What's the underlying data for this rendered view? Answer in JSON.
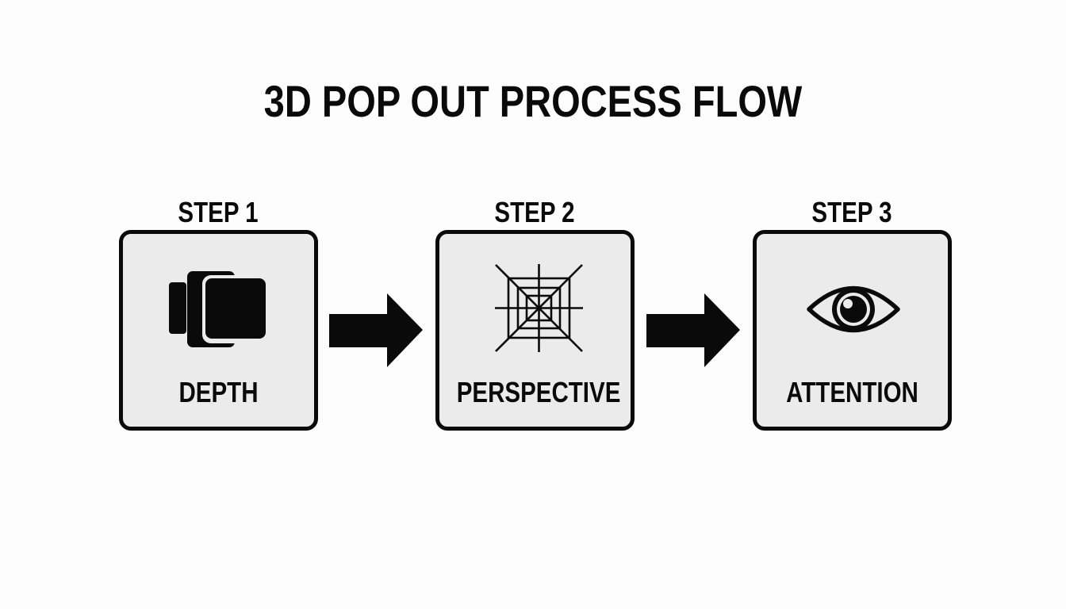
{
  "title": "3D POP OUT PROCESS FLOW",
  "colors": {
    "background": "#fdfdfd",
    "box_fill": "#ebebeb",
    "stroke": "#0a0a0a"
  },
  "steps": [
    {
      "step_label": "STEP 1",
      "label": "DEPTH",
      "icon": "stacked-layers-icon"
    },
    {
      "step_label": "STEP 2",
      "label": "PERSPECTIVE",
      "icon": "perspective-grid-icon"
    },
    {
      "step_label": "STEP 3",
      "label": "ATTENTION",
      "icon": "eye-icon"
    }
  ],
  "connectors": [
    {
      "from": "STEP 1",
      "to": "STEP 2",
      "icon": "arrow-right-icon"
    },
    {
      "from": "STEP 2",
      "to": "STEP 3",
      "icon": "arrow-right-icon"
    }
  ]
}
